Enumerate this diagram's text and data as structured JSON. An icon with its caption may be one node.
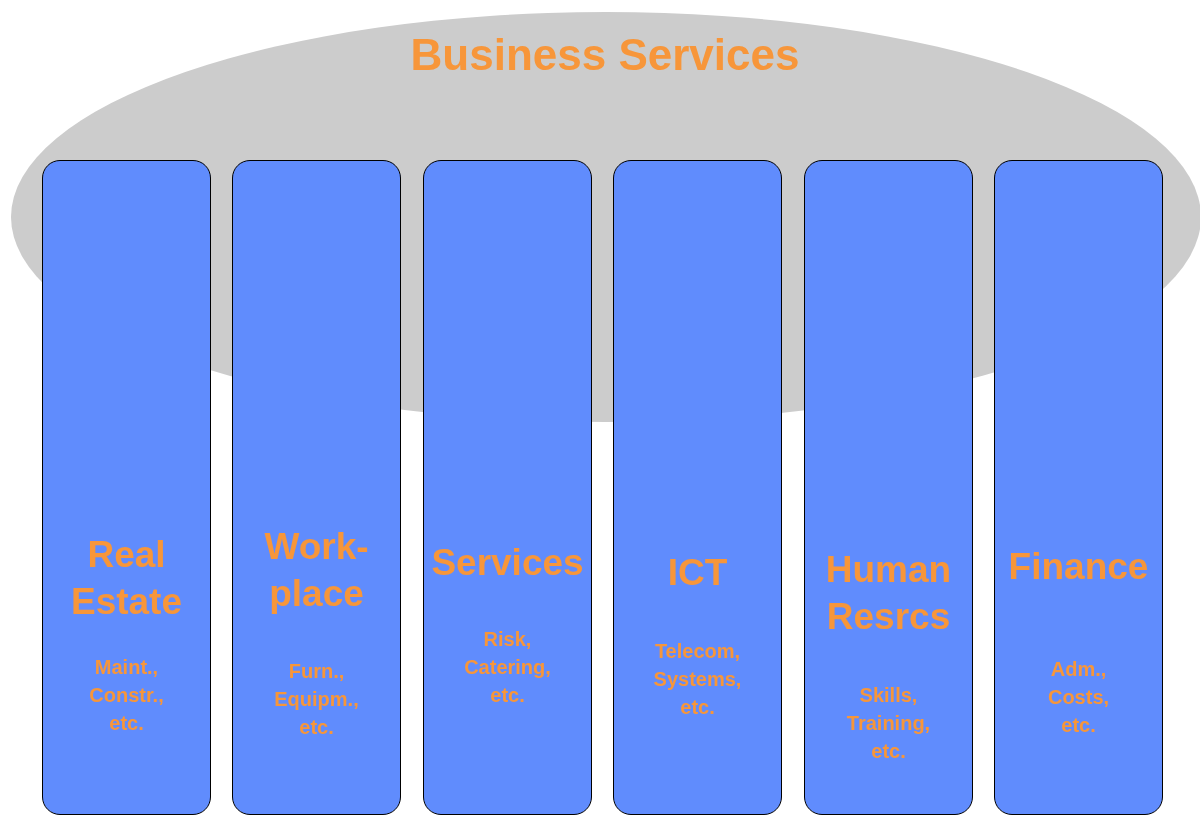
{
  "diagram": {
    "nodes": [
      {
        "text": [
          "Business Services"
        ]
      },
      {
        "text": [
          "Real Estate",
          "Maint., Constr., etc."
        ]
      },
      {
        "text": [
          "Work- place",
          "Furn., Equipm., etc."
        ]
      },
      {
        "text": [
          "Services",
          "Risk, Catering, etc."
        ]
      },
      {
        "text": [
          "ICT",
          "Telecom, Systems, etc."
        ]
      },
      {
        "text": [
          "Human Resrcs",
          "Skills, Training, etc."
        ]
      },
      {
        "text": [
          "Finance",
          "Adm., Costs, etc."
        ]
      }
    ]
  }
}
